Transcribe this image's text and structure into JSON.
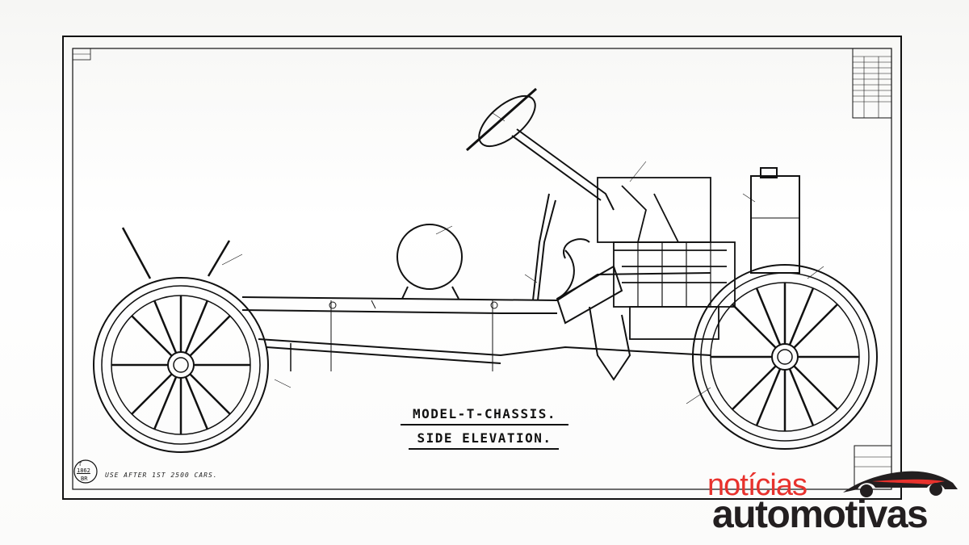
{
  "drawing": {
    "title_line1": "MODEL-T-CHASSIS.",
    "title_line2": "SIDE ELEVATION.",
    "note": "USE AFTER 1ST 2500 CARS.",
    "stamp": {
      "letter": "T",
      "number": "1862",
      "suffix": "BR"
    }
  },
  "logo": {
    "line1": "notícias",
    "line2": "automotivas",
    "colors": {
      "red": "#e8322d",
      "dark": "#231f20"
    },
    "icon": "car-silhouette-icon"
  },
  "colors": {
    "ink": "#111111",
    "paper": "#ffffff"
  }
}
